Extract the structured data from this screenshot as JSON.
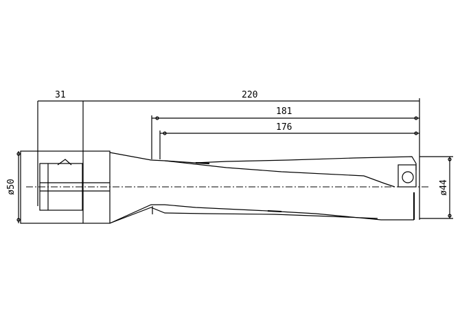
{
  "drawing": {
    "dimensions": {
      "shank_length": "31",
      "overall_length": "220",
      "length_181": "181",
      "length_176": "176",
      "shank_diameter": "ø50",
      "body_diameter": "ø44"
    },
    "line_color": "#000000",
    "background": "#ffffff"
  }
}
